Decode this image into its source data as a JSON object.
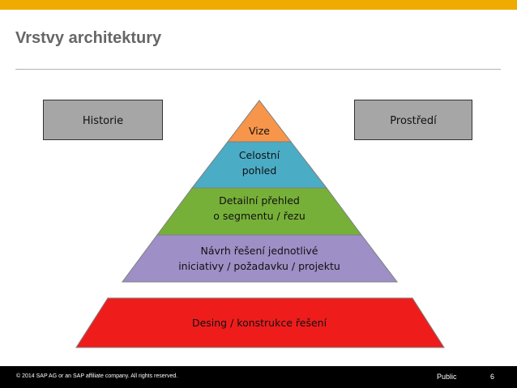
{
  "colors": {
    "top_bar": "#f0ab00",
    "layer_vize": "#f7964a",
    "layer_celostni": "#4bacc6",
    "layer_detail": "#77b039",
    "layer_navrh": "#9e8fc6",
    "layer_desing": "#ef1c1c",
    "side_boxes": "#a6a6a6"
  },
  "slide": {
    "title": "Vrstvy architektury"
  },
  "side_boxes": {
    "left": "Historie",
    "right": "Prostředí"
  },
  "pyramid": {
    "vize": "Vize",
    "celostni": [
      "Celostní",
      "pohled"
    ],
    "detail": [
      "Detailní přehled",
      "o segmentu / řezu"
    ],
    "navrh": [
      "Návrh řešení jednotlivé",
      "iniciativy / požadavku / projektu"
    ],
    "base": "Desing / konstrukce řešení"
  },
  "footer": {
    "copyright": "© 2014 SAP AG or an SAP affiliate company. All rights reserved.",
    "classification": "Public",
    "page_number": "6"
  }
}
